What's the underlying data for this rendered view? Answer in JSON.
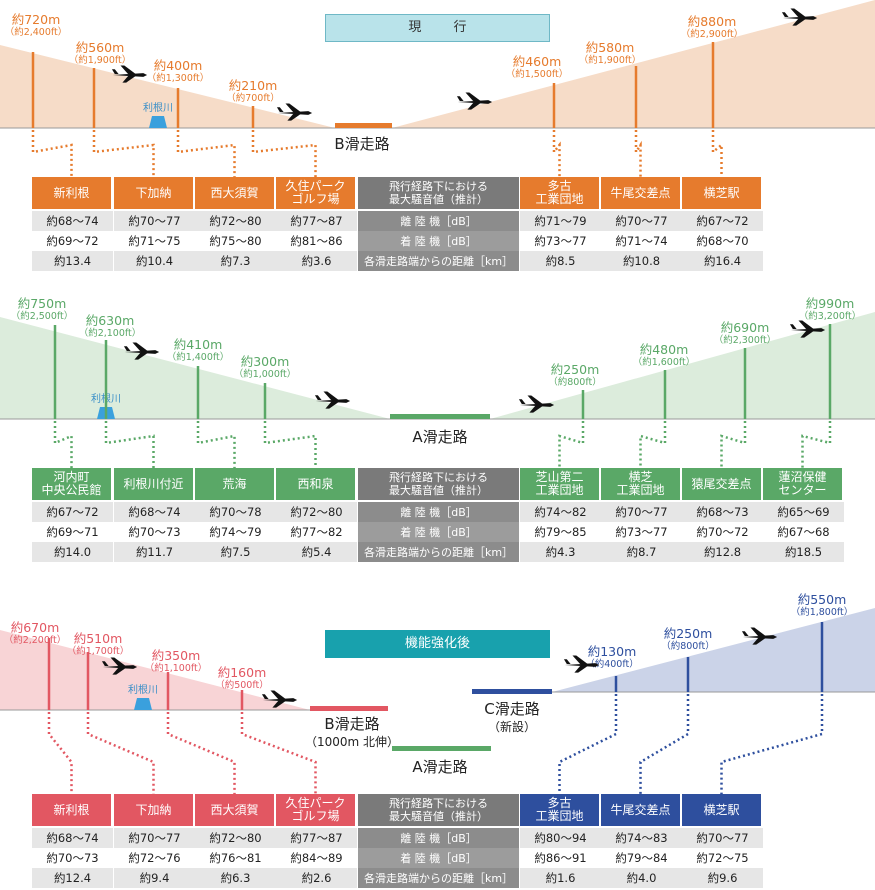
{
  "headers": {
    "current": "現 行",
    "after": "機能強化後"
  },
  "metric_labels": {
    "title": "飛行経路下における\n最大騒音値（推計）",
    "takeoff": "離 陸 機［dB］",
    "landing": "着 陸 機［dB］",
    "distance": "各滑走路端からの距離［km］"
  },
  "river_label": "利根川",
  "colors": {
    "orange": "#e67b2d",
    "orange_fill": "#f6dcc8",
    "green": "#5aa867",
    "green_fill": "#dcecdc",
    "red": "#e25762",
    "red_fill": "#f8d4d6",
    "blue": "#2e4f9e",
    "blue_fill": "#cbd3e8",
    "gray_runway": "#5aa867"
  },
  "sections": [
    {
      "runway_label": "B滑走路",
      "altitudes_left": [
        {
          "m": "約720m",
          "ft": "（約2,400ft）"
        },
        {
          "m": "約560m",
          "ft": "（約1,900ft）"
        },
        {
          "m": "約400m",
          "ft": "（約1,300ft）"
        },
        {
          "m": "約210m",
          "ft": "（約700ft）"
        }
      ],
      "altitudes_right": [
        {
          "m": "約460m",
          "ft": "（約1,500ft）"
        },
        {
          "m": "約580m",
          "ft": "（約1,900ft）"
        },
        {
          "m": "約880m",
          "ft": "（約2,900ft）"
        }
      ],
      "left": [
        {
          "name": "新利根",
          "takeoff": "約68〜74",
          "landing": "約69〜72",
          "distance": "約13.4"
        },
        {
          "name": "下加納",
          "takeoff": "約70〜77",
          "landing": "約71〜75",
          "distance": "約10.4"
        },
        {
          "name": "西大須賀",
          "takeoff": "約72〜80",
          "landing": "約75〜80",
          "distance": "約7.3"
        },
        {
          "name": "久住パーク\nゴルフ場",
          "takeoff": "約77〜87",
          "landing": "約81〜86",
          "distance": "約3.6"
        }
      ],
      "right": [
        {
          "name": "多古\n工業団地",
          "takeoff": "約71〜79",
          "landing": "約73〜77",
          "distance": "約8.5"
        },
        {
          "name": "牛尾交差点",
          "takeoff": "約70〜77",
          "landing": "約71〜74",
          "distance": "約10.8"
        },
        {
          "name": "横芝駅",
          "takeoff": "約67〜72",
          "landing": "約68〜70",
          "distance": "約16.4"
        }
      ]
    },
    {
      "runway_label": "A滑走路",
      "altitudes_left": [
        {
          "m": "約750m",
          "ft": "（約2,500ft）"
        },
        {
          "m": "約630m",
          "ft": "（約2,100ft）"
        },
        {
          "m": "約410m",
          "ft": "（約1,400ft）"
        },
        {
          "m": "約300m",
          "ft": "（約1,000ft）"
        }
      ],
      "altitudes_right": [
        {
          "m": "約250m",
          "ft": "（約800ft）"
        },
        {
          "m": "約480m",
          "ft": "（約1,600ft）"
        },
        {
          "m": "約690m",
          "ft": "（約2,300ft）"
        },
        {
          "m": "約990m",
          "ft": "（約3,200ft）"
        }
      ],
      "left": [
        {
          "name": "河内町\n中央公民館",
          "takeoff": "約67〜72",
          "landing": "約69〜71",
          "distance": "約14.0"
        },
        {
          "name": "利根川付近",
          "takeoff": "約68〜74",
          "landing": "約70〜73",
          "distance": "約11.7"
        },
        {
          "name": "荒海",
          "takeoff": "約70〜78",
          "landing": "約74〜79",
          "distance": "約7.5"
        },
        {
          "name": "西和泉",
          "takeoff": "約72〜80",
          "landing": "約77〜82",
          "distance": "約5.4"
        }
      ],
      "right": [
        {
          "name": "芝山第二\n工業団地",
          "takeoff": "約74〜82",
          "landing": "約79〜85",
          "distance": "約4.3"
        },
        {
          "name": "横芝\n工業団地",
          "takeoff": "約70〜77",
          "landing": "約73〜77",
          "distance": "約8.7"
        },
        {
          "name": "猿尾交差点",
          "takeoff": "約68〜73",
          "landing": "約70〜72",
          "distance": "約12.8"
        },
        {
          "name": "蓮沼保健\nセンター",
          "takeoff": "約65〜69",
          "landing": "約67〜68",
          "distance": "約18.5"
        }
      ]
    },
    {
      "runway_label": "B滑走路",
      "runway_sub": "（1000m 北伸）",
      "runway2_label": "C滑走路",
      "runway2_sub": "（新設）",
      "runway3_label": "A滑走路",
      "altitudes_left": [
        {
          "m": "約670m",
          "ft": "（約2,200ft）"
        },
        {
          "m": "約510m",
          "ft": "（約1,700ft）"
        },
        {
          "m": "約350m",
          "ft": "（約1,100ft）"
        },
        {
          "m": "約160m",
          "ft": "（約500ft）"
        }
      ],
      "altitudes_right": [
        {
          "m": "約130m",
          "ft": "（約400ft）"
        },
        {
          "m": "約250m",
          "ft": "（約800ft）"
        },
        {
          "m": "約550m",
          "ft": "（約1,800ft）"
        }
      ],
      "left": [
        {
          "name": "新利根",
          "takeoff": "約68〜74",
          "landing": "約70〜73",
          "distance": "約12.4"
        },
        {
          "name": "下加納",
          "takeoff": "約70〜77",
          "landing": "約72〜76",
          "distance": "約9.4"
        },
        {
          "name": "西大須賀",
          "takeoff": "約72〜80",
          "landing": "約76〜81",
          "distance": "約6.3"
        },
        {
          "name": "久住パーク\nゴルフ場",
          "takeoff": "約77〜87",
          "landing": "約84〜89",
          "distance": "約2.6"
        }
      ],
      "right": [
        {
          "name": "多古\n工業団地",
          "takeoff": "約80〜94",
          "landing": "約86〜91",
          "distance": "約1.6"
        },
        {
          "name": "牛尾交差点",
          "takeoff": "約74〜83",
          "landing": "約79〜84",
          "distance": "約4.0"
        },
        {
          "name": "横芝駅",
          "takeoff": "約70〜77",
          "landing": "約72〜75",
          "distance": "約9.6"
        }
      ]
    }
  ]
}
